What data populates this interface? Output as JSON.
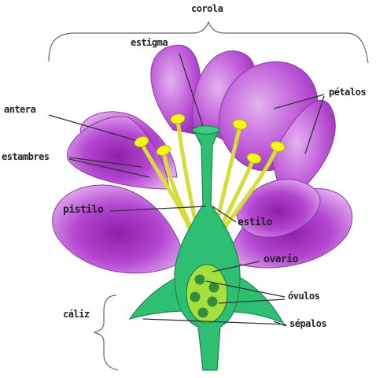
{
  "labels": {
    "corola": "corola",
    "estigma": "estigma",
    "petalos": "pétalos",
    "antera": "antera",
    "estambres": "estambres",
    "pistilo": "pistilo",
    "estilo": "estilo",
    "ovario": "ovario",
    "ovulos": "óvulos",
    "caliz": "cáliz",
    "sepalos": "sépalos"
  },
  "colors": {
    "petal": "#b43fd0",
    "petal_light": "#dfa5ee",
    "petal_outline": "#8a3aa0",
    "pistil": "#2ebf72",
    "pistil_dark": "#1f8a4f",
    "ovary": "#a6e03c",
    "ovule": "#2f8f3e",
    "stamen": "#d8dc3a",
    "anther": "#f5f516",
    "label_text": "#222222",
    "leader_line": "#333333",
    "brace": "#666666"
  }
}
